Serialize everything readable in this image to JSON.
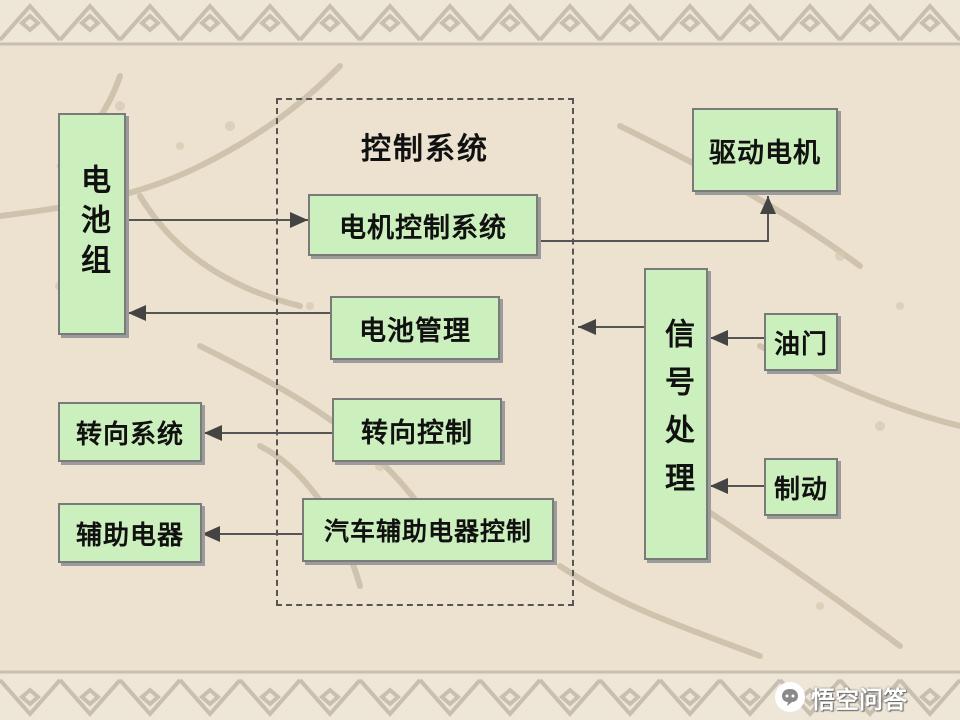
{
  "diagram": {
    "group_title": "控制系统",
    "nodes": {
      "battery_pack": "电池组",
      "motor_control_system": "电机控制系统",
      "battery_management": "电池管理",
      "steering_control": "转向控制",
      "auxiliary_control": "汽车辅助电器控制",
      "drive_motor": "驱动电机",
      "signal_processing": "信号处理",
      "throttle": "油门",
      "brake": "制动",
      "steering_system": "转向系统",
      "auxiliary_appliances": "辅助电器"
    }
  },
  "watermark": {
    "text": "悟空问答",
    "icon": "chat-bubble-icon"
  },
  "colors": {
    "node_fill": "#ccf0bd",
    "node_border": "#7a7a7a",
    "background": "#efe7d6",
    "border_pattern": "#c8bfb0",
    "wire": "#555555"
  }
}
